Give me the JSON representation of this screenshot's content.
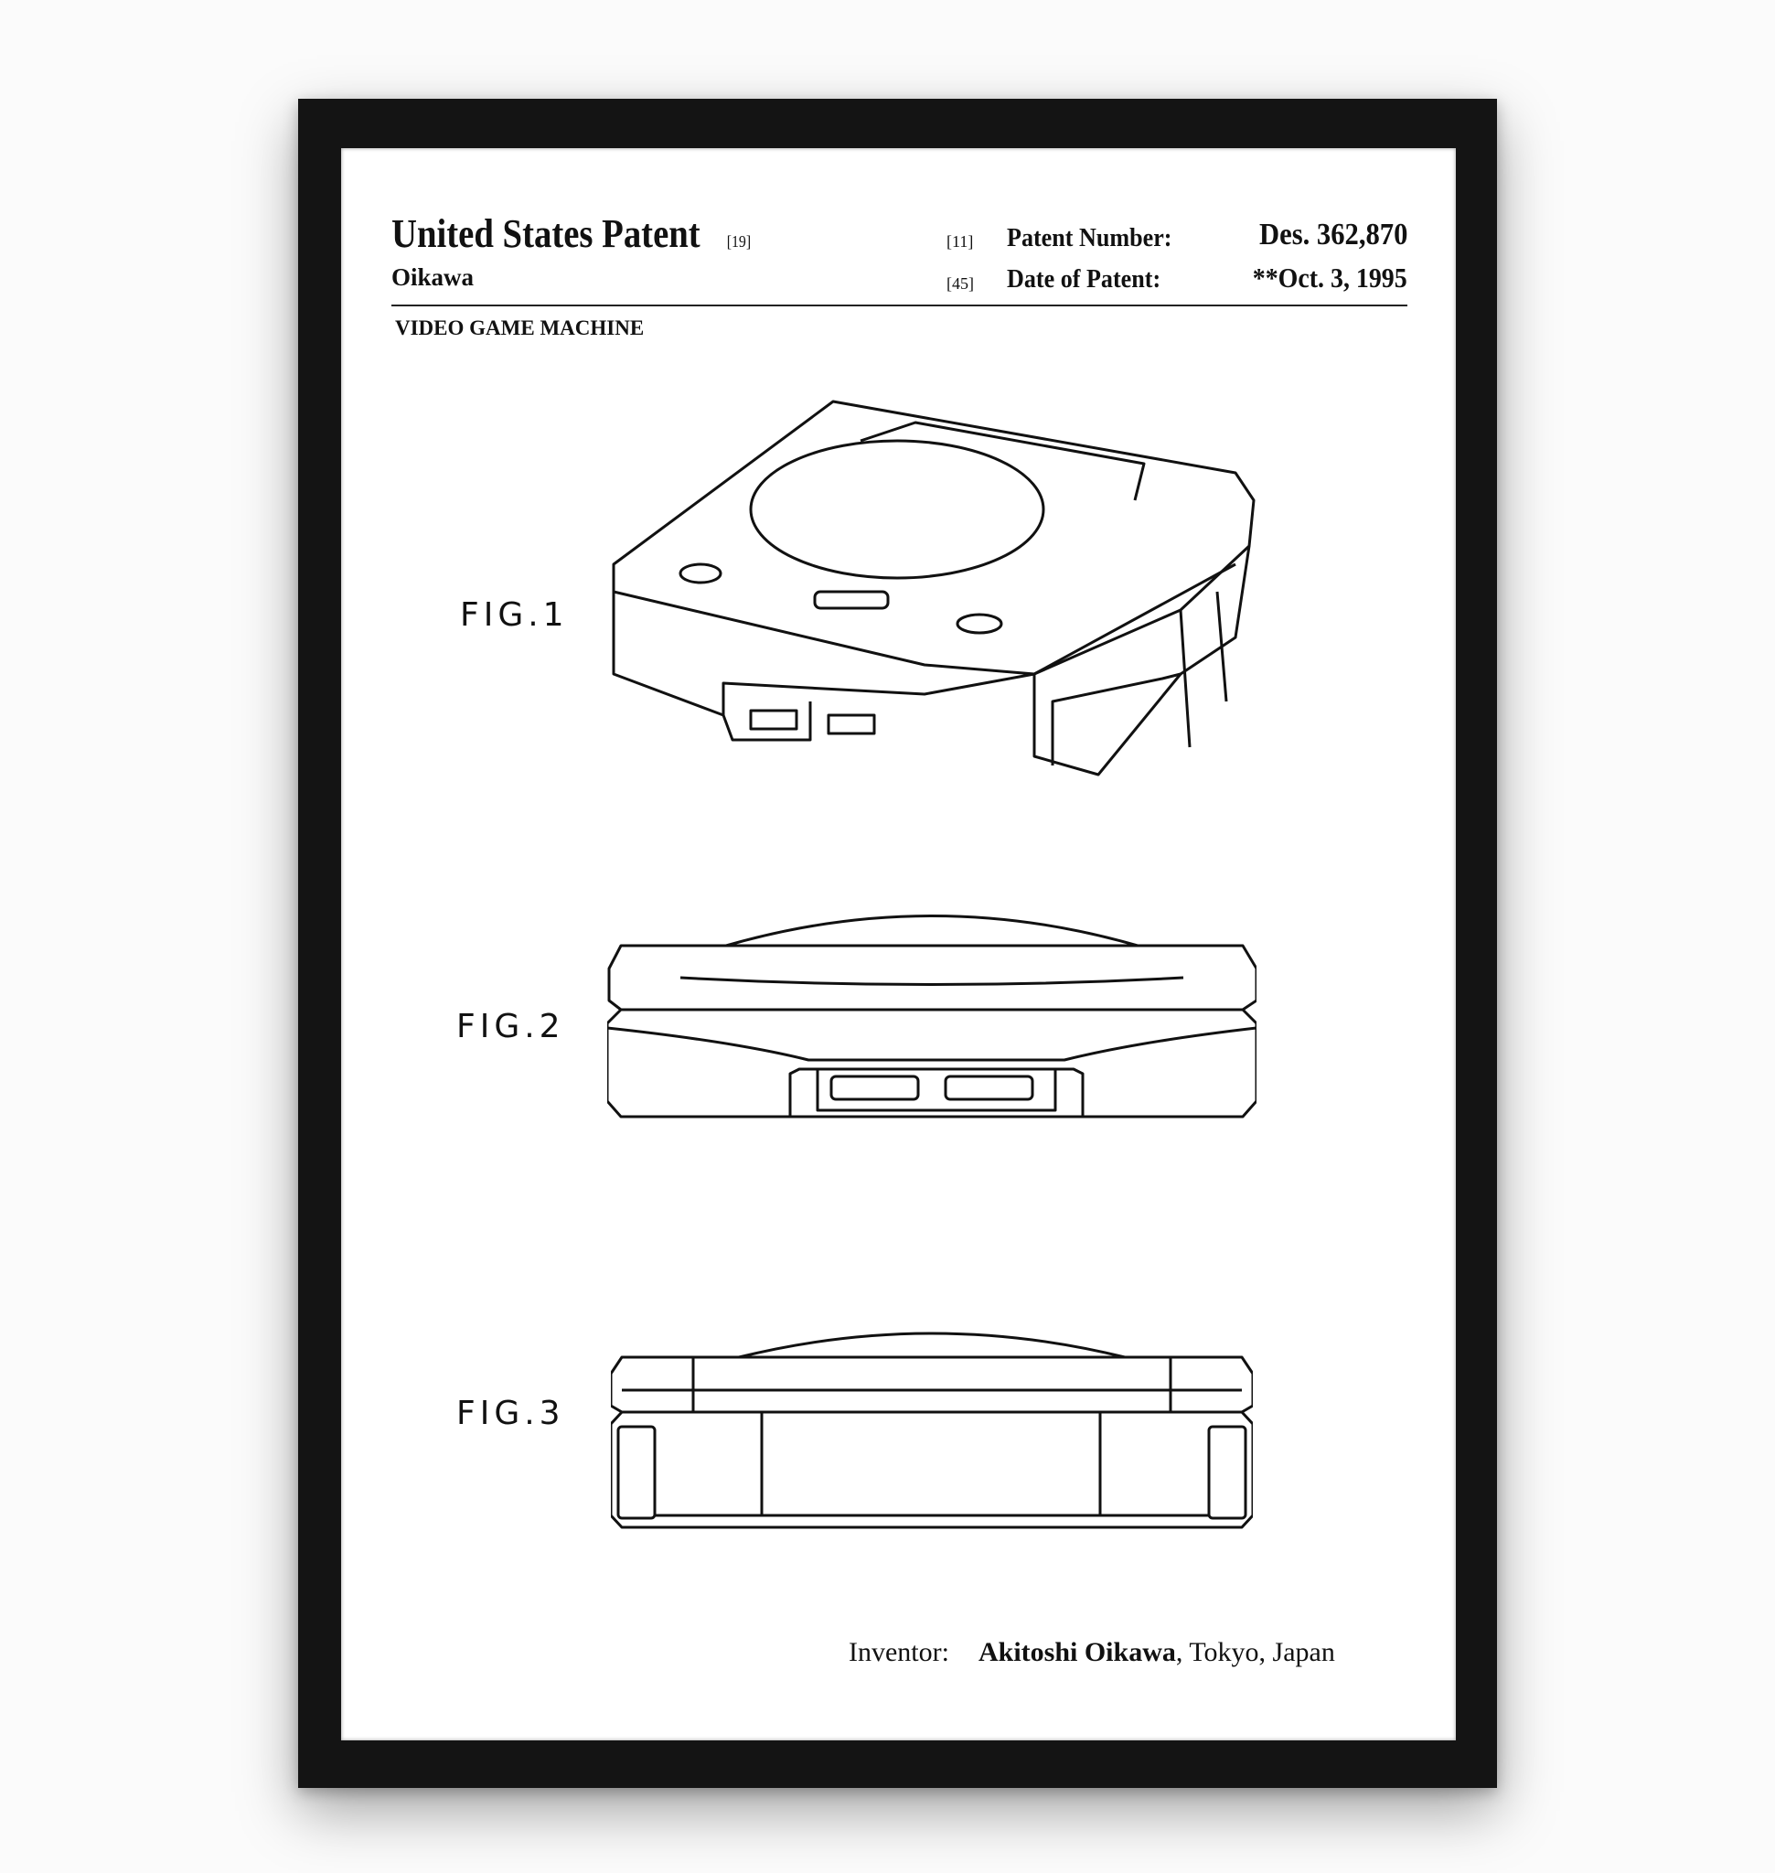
{
  "header": {
    "title": "United States Patent",
    "title_ref": "[19]",
    "inventor_short": "Oikawa",
    "patent_number_ref": "[11]",
    "patent_number_label": "Patent Number:",
    "patent_number": "Des. 362,870",
    "date_ref": "[45]",
    "date_label": "Date of Patent:",
    "date": "**Oct. 3, 1995"
  },
  "subject": "VIDEO GAME MACHINE",
  "figures": [
    {
      "label": "FIG.1"
    },
    {
      "label": "FIG.2"
    },
    {
      "label": "FIG.3"
    }
  ],
  "footer": {
    "inventor_label": "Inventor:",
    "inventor_name": "Akitoshi Oikawa",
    "inventor_location": ", Tokyo, Japan"
  }
}
